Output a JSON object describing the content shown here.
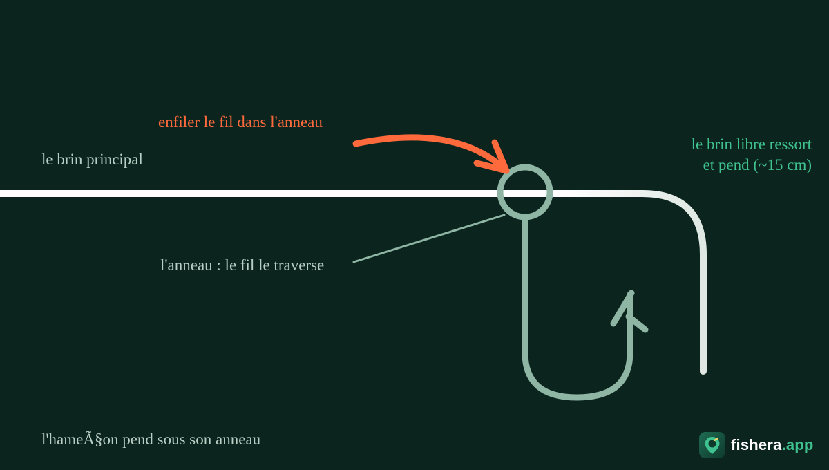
{
  "labels": {
    "main_line": "le brin principal",
    "thread_instruction": "enfiler le fil dans l'anneau",
    "free_end_line1": "le brin libre ressort",
    "free_end_line2": "et pend (~15 cm)",
    "ring_caption": "l'anneau : le fil le traverse",
    "hook_caption": "l'hameÃ§on pend sous son anneau"
  },
  "brand": {
    "name": "fishera",
    "tld": ".app",
    "logo_icon": "fishing-location-pin-icon"
  },
  "colors": {
    "background": "#0b241d",
    "line": "#ffffff",
    "hook": "#8fb5a4",
    "arrow": "#ff6a3d",
    "accent": "#3fc28f",
    "muted_text": "#b9cfc6"
  }
}
